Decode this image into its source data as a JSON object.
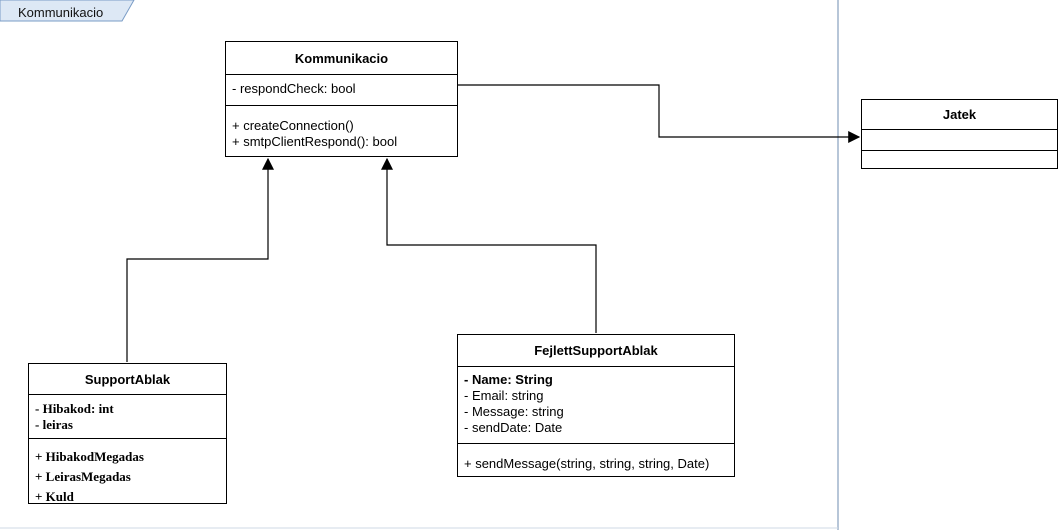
{
  "frame": {
    "label": "Kommunikacio"
  },
  "classes": {
    "kommunikacio": {
      "name": "Kommunikacio",
      "attributes": [
        "- respondCheck: bool"
      ],
      "methods": [
        "+ createConnection()",
        "+ smtpClientRespond(): bool"
      ]
    },
    "jatek": {
      "name": "Jatek"
    },
    "support_ablak": {
      "name": "SupportAblak",
      "attributes": [
        "-  Hibakod: int",
        "-  leiras"
      ],
      "methods": [
        "+ HibakodMegadas",
        "+ LeirasMegadas",
        "+ Kuld"
      ]
    },
    "fejlett_support_ablak": {
      "name": "FejlettSupportAblak",
      "attributes": [
        "- Name: String",
        "- Email: string",
        "- Message: string",
        "- sendDate: Date"
      ],
      "methods": [
        "+ sendMessage(string, string, string, Date)"
      ]
    }
  },
  "relations": [
    {
      "from": "SupportAblak",
      "to": "Kommunikacio",
      "type": "generalization"
    },
    {
      "from": "FejlettSupportAblak",
      "to": "Kommunikacio",
      "type": "generalization"
    },
    {
      "from": "Kommunikacio",
      "to": "Jatek",
      "type": "association"
    }
  ],
  "colors": {
    "frame_fill": "#dde8f5",
    "frame_border": "#7a9cc6",
    "line": "#000000",
    "divider": "#9fb4cc"
  }
}
